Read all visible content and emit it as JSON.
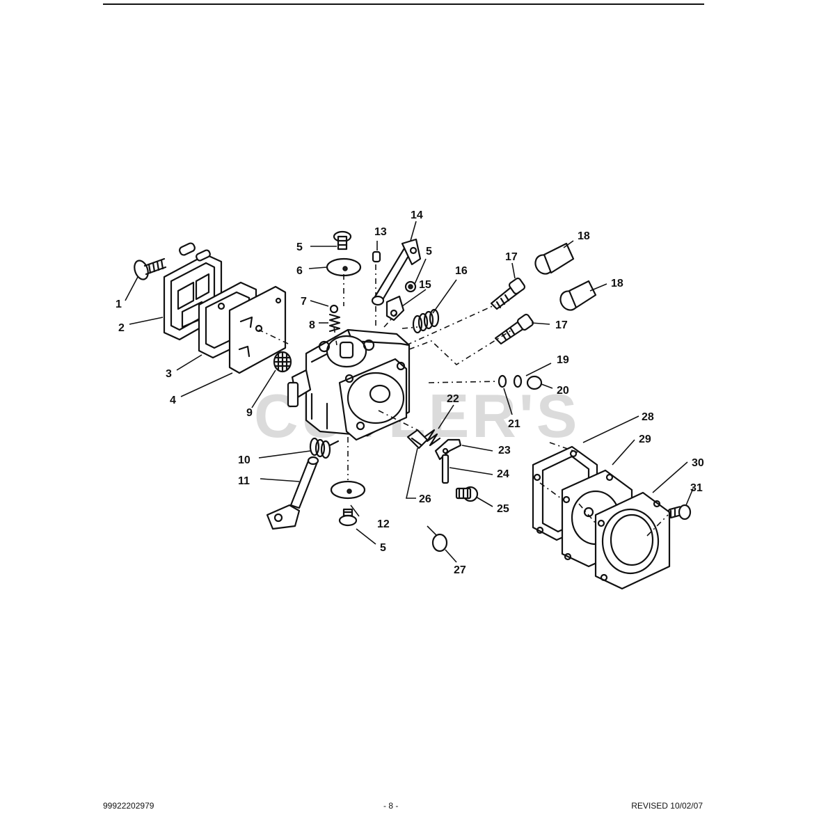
{
  "watermark": "CUTLER'S",
  "footer": {
    "part_number": "99922202979",
    "page": "- 8 -",
    "revised": "REVISED 10/02/07"
  },
  "callouts": {
    "c1": "1",
    "c2": "2",
    "c3": "3",
    "c4": "4",
    "c5a": "5",
    "c5b": "5",
    "c5c": "5",
    "c6": "6",
    "c7": "7",
    "c8": "8",
    "c9": "9",
    "c10": "10",
    "c11": "11",
    "c12": "12",
    "c13": "13",
    "c14": "14",
    "c15": "15",
    "c16": "16",
    "c17a": "17",
    "c17b": "17",
    "c18a": "18",
    "c18b": "18",
    "c19": "19",
    "c20": "20",
    "c21": "21",
    "c22": "22",
    "c23": "23",
    "c24": "24",
    "c25": "25",
    "c26": "26",
    "c27": "27",
    "c28": "28",
    "c29": "29",
    "c30": "30",
    "c31": "31"
  }
}
